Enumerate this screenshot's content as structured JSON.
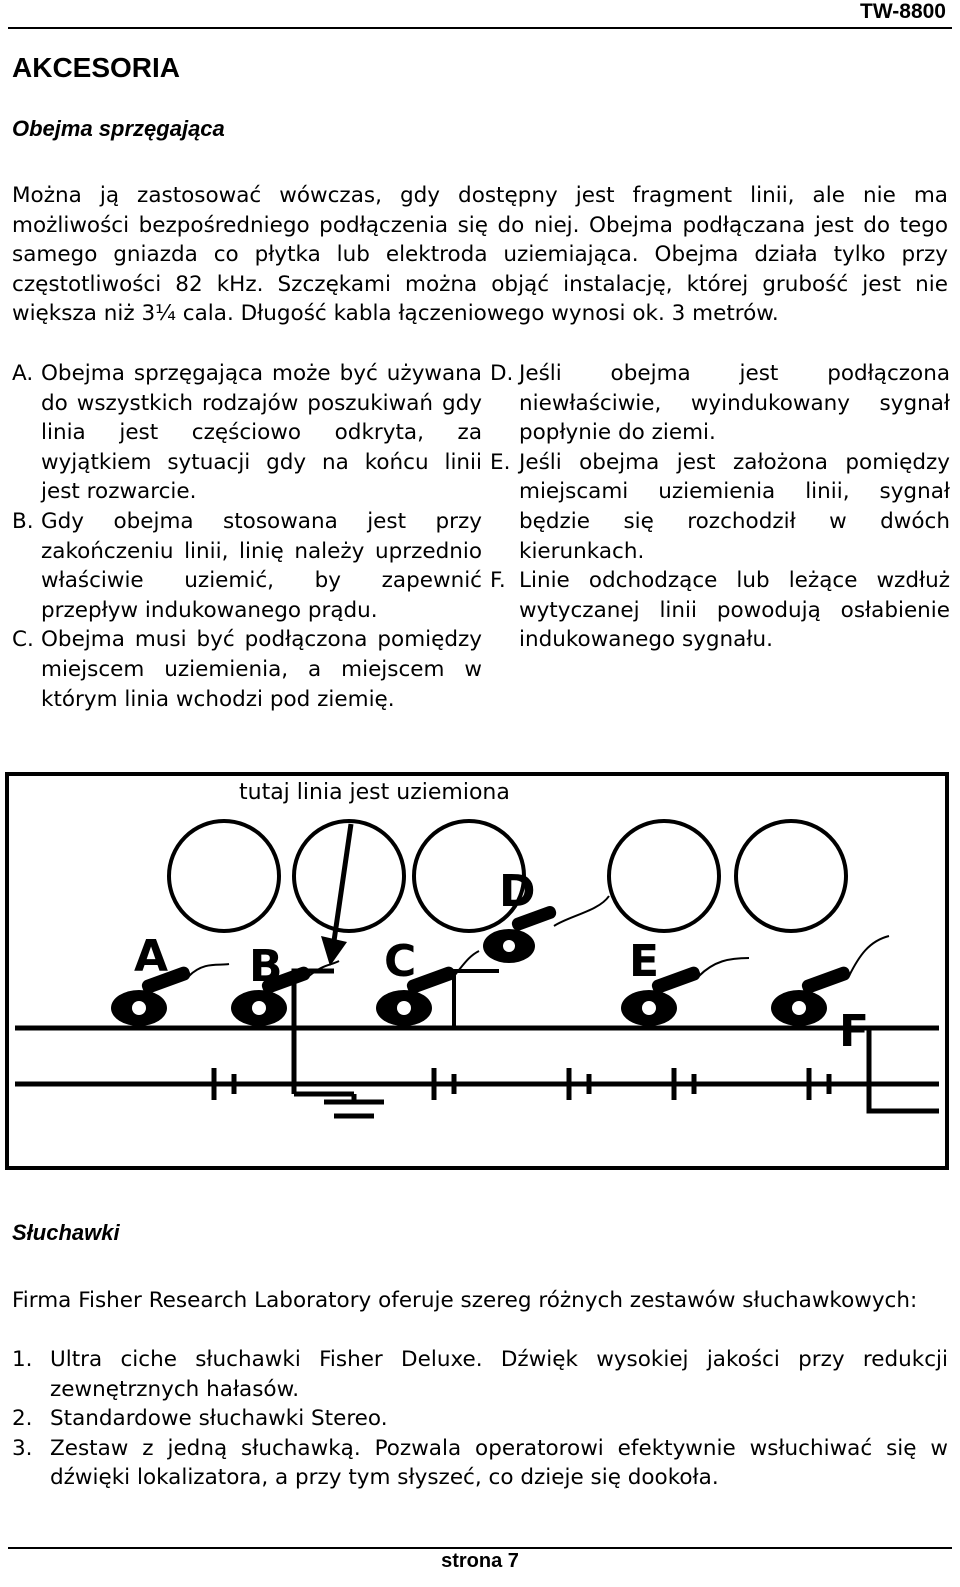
{
  "header": {
    "model": "TW-8800"
  },
  "section_title": "AKCESORIA",
  "coupler": {
    "heading": "Obejma sprzęgająca",
    "intro": "Można ją zastosować wówczas, gdy dostępny jest fragment linii, ale nie ma możliwości bezpośredniego podłączenia się do niej. Obejma podłączana jest do tego samego gniazda co płytka lub elektroda uziemiająca. Obejma działa tylko przy częstotliwości 82 kHz. Szczękami można objąć instalację, której grubość jest nie większa niż 3¼ cala. Długość kabla łączeniowego wynosi ok. 3 metrów.",
    "notes_left": [
      {
        "letter": "A.",
        "text": "Obejma sprzęgająca może być używana do wszystkich rodzajów poszukiwań gdy linia jest częściowo odkryta, za wyjątkiem sytuacji gdy na końcu linii jest rozwarcie."
      },
      {
        "letter": "B.",
        "text": "Gdy obejma stosowana jest przy zakończeniu linii, linię należy uprzednio właściwie uziemić, by zapewnić przepływ indukowanego prądu."
      },
      {
        "letter": "C.",
        "text": "Obejma musi być podłączona pomiędzy miejscem uziemienia, a miejscem w którym linia wchodzi pod ziemię."
      }
    ],
    "notes_right": [
      {
        "letter": "D.",
        "text": "Jeśli obejma jest podłączona niewłaściwie, wyindukowany sygnał popłynie do ziemi."
      },
      {
        "letter": "E.",
        "text": "Jeśli obejma jest założona pomiędzy miejscami uziemienia linii, sygnał będzie się rozchodził w dwóch kierunkach."
      },
      {
        "letter": "F.",
        "text": "Linie odchodzące lub leżące wzdłuż wytyczanej linii powodują osłabienie indukowanego sygnału."
      }
    ]
  },
  "figure": {
    "caption": "tutaj linia jest uziemiona",
    "labels": {
      "a": "A",
      "b": "B",
      "c": "C",
      "d": "D",
      "e": "E",
      "f": "F"
    }
  },
  "headphones": {
    "heading": "Słuchawki",
    "intro": "Firma Fisher Research Laboratory oferuje szereg różnych zestawów słuchawkowych:",
    "items": [
      {
        "num": "1.",
        "text": "Ultra ciche słuchawki Fisher Deluxe. Dźwięk wysokiej jakości przy redukcji zewnętrznych hałasów."
      },
      {
        "num": "2.",
        "text": "Standardowe słuchawki Stereo."
      },
      {
        "num": "3.",
        "text": "Zestaw z jedną słuchawką. Pozwala operatorowi efektywnie wsłuchiwać się w dźwięki lokalizatora, a przy tym słyszeć, co dzieje się dookoła."
      }
    ]
  },
  "footer": {
    "page": "strona 7"
  }
}
